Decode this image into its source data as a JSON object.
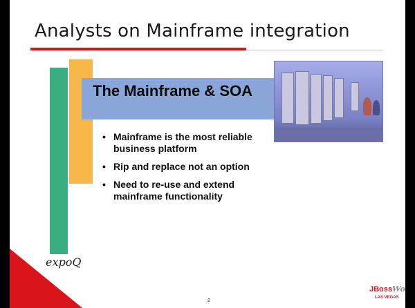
{
  "slide": {
    "title": "Analysts on Mainframe integration",
    "box_title": "The Mainframe & SOA",
    "bullets": [
      "Mainframe is the most reliable business platform",
      "Rip and replace not an option",
      "Need to re-use and extend mainframe functionality"
    ],
    "bullet_glyph": "•",
    "page_number": "2"
  },
  "logos": {
    "left": "expoQ",
    "right_main": "JBoss",
    "right_world": "World",
    "right_location": "LAS VEGAS"
  },
  "colors": {
    "accent_red": "#d9141b",
    "green": "#3aae80",
    "yellow": "#f7b84a",
    "blue_band": "#8aa6d8"
  }
}
